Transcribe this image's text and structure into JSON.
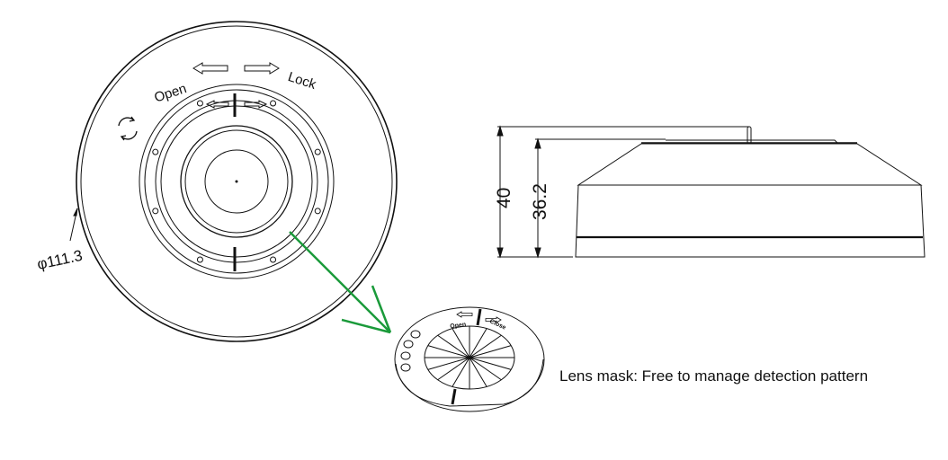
{
  "front_view": {
    "open_label": "Open",
    "lock_label": "Lock",
    "diameter_label": "φ111.3"
  },
  "side_view": {
    "height_total_label": "40",
    "height_body_label": "36.2"
  },
  "lens_mask": {
    "open_label": "Open",
    "close_label": "Close",
    "caption": "Lens mask: Free to manage detection pattern"
  },
  "colors": {
    "arrow": "#1a9a3a",
    "line": "#111111"
  }
}
